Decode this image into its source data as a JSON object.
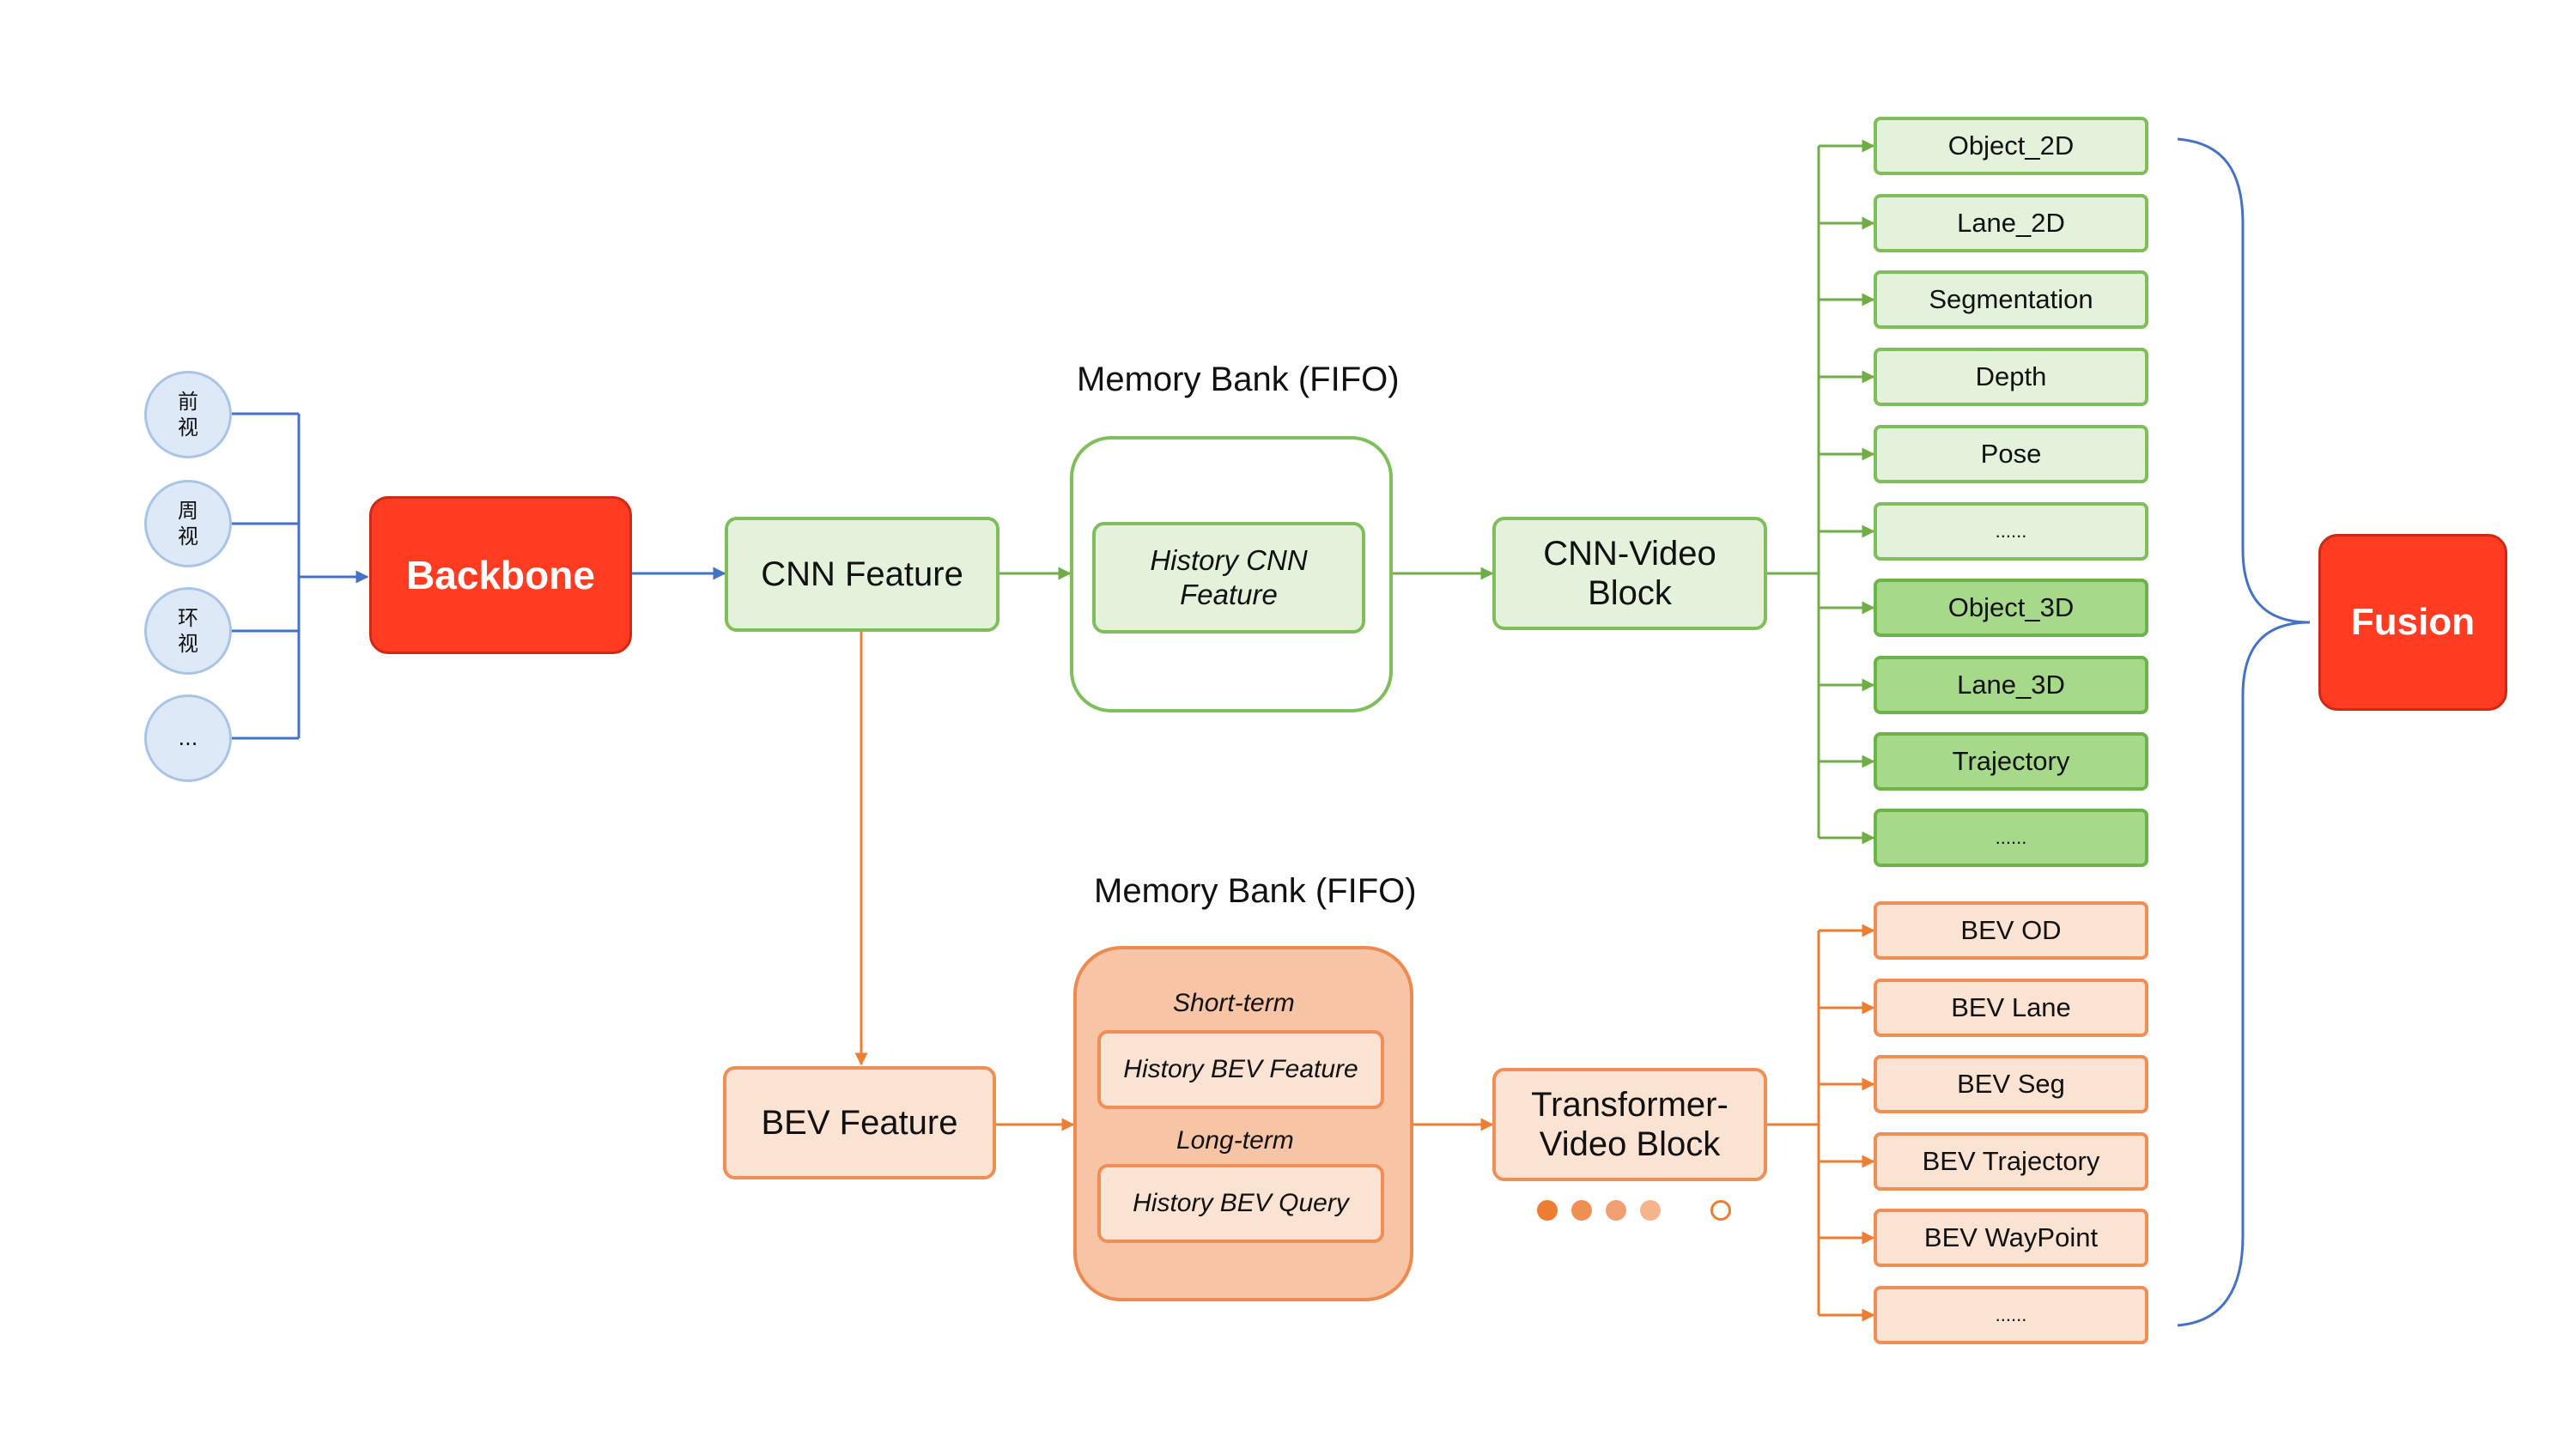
{
  "inputs": [
    "前\n视",
    "周\n视",
    "环\n视",
    "..."
  ],
  "backbone": "Backbone",
  "cnn_feature": "CNN Feature",
  "memory_bank_top": "Memory Bank (FIFO)",
  "history_cnn_feature": "History CNN Feature",
  "cnn_video_block": "CNN-Video Block",
  "bev_feature": "BEV Feature",
  "memory_bank_bottom": "Memory Bank (FIFO)",
  "short_term": "Short-term",
  "history_bev_feature": "History BEV Feature",
  "long_term": "Long-term",
  "history_bev_query": "History BEV Query",
  "transformer_video_block": "Transformer-Video Block",
  "tasks_2d": [
    "Object_2D",
    "Lane_2D",
    "Segmentation",
    "Depth",
    "Pose",
    "......"
  ],
  "tasks_3d": [
    "Object_3D",
    "Lane_3D",
    "Trajectory",
    "......"
  ],
  "tasks_bev": [
    "BEV OD",
    "BEV Lane",
    "BEV Seg",
    "BEV Trajectory",
    "BEV WayPoint",
    "......"
  ],
  "fusion": "Fusion",
  "colors": {
    "blue_line": "#4472c4",
    "green_line": "#70ad47",
    "orange_line": "#ed7d31",
    "red": "#ff3b22",
    "fusion_brace": "#4472c4"
  }
}
